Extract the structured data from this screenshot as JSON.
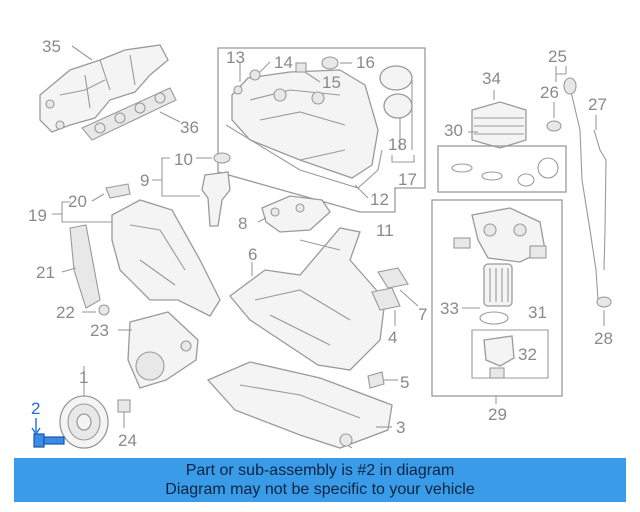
{
  "callouts": {
    "c1": "1",
    "c2": "2",
    "c3": "3",
    "c4": "4",
    "c5": "5",
    "c6": "6",
    "c7": "7",
    "c8": "8",
    "c9": "9",
    "c10": "10",
    "c11": "11",
    "c12": "12",
    "c13": "13",
    "c14": "14",
    "c15": "15",
    "c16": "16",
    "c17": "17",
    "c18": "18",
    "c19": "19",
    "c20": "20",
    "c21": "21",
    "c22": "22",
    "c23": "23",
    "c24": "24",
    "c25": "25",
    "c26": "26",
    "c27": "27",
    "c28": "28",
    "c29": "29",
    "c30": "30",
    "c31": "31",
    "c32": "32",
    "c33": "33",
    "c34": "34",
    "c35": "35",
    "c36": "36"
  },
  "highlighted_part": "2",
  "colors": {
    "highlight": "#1a6fd6",
    "banner": "#3a9be8",
    "line": "#9a9a9a"
  },
  "banner": {
    "line1": "Part or sub-assembly is #2 in diagram",
    "line2": "Diagram may not be specific to your vehicle"
  }
}
